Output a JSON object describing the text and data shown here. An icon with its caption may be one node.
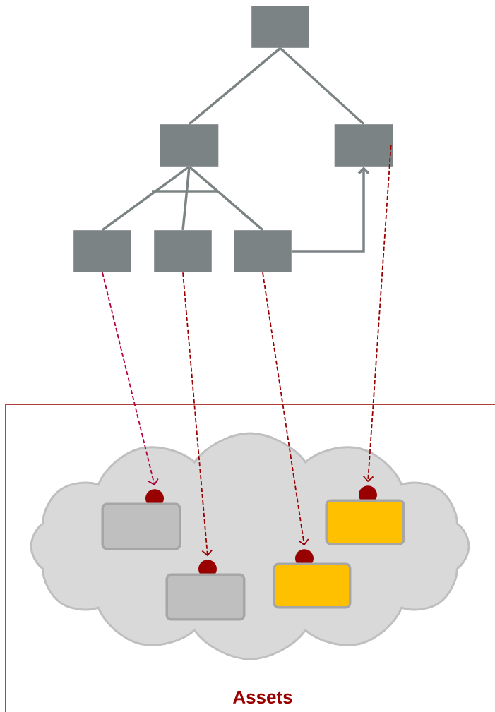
{
  "diagram": {
    "nodes": [
      {
        "text": [],
        "shape": "box"
      },
      {
        "text": [],
        "shape": "box"
      },
      {
        "text": [],
        "shape": "box"
      },
      {
        "text": [],
        "shape": "box"
      },
      {
        "text": [],
        "shape": "box"
      },
      {
        "text": [],
        "shape": "box"
      },
      {
        "text": [
          "Assets"
        ]
      },
      {
        "text": [],
        "shape": "cloud",
        "in": 6
      },
      {
        "text": [],
        "shape": "box",
        "in": 7
      },
      {
        "text": [],
        "shape": "box",
        "in": 7
      },
      {
        "text": [],
        "shape": "box",
        "in": 7
      },
      {
        "text": [],
        "shape": "box",
        "in": 7
      }
    ],
    "edges": [
      {
        "from": 0,
        "to": 1,
        "arrow": "none"
      },
      {
        "from": 0,
        "to": 2,
        "arrow": "none"
      },
      {
        "from": 1,
        "to": 3,
        "arrow": "none"
      },
      {
        "from": 1,
        "to": 4,
        "arrow": "none"
      },
      {
        "from": 1,
        "to": 5,
        "arrow": "none"
      },
      {
        "from": 5,
        "to": 2,
        "arrow": "to"
      },
      {
        "from": 3,
        "to": 8,
        "arrow": "to",
        "style": "dashed",
        "color": "#b00040"
      },
      {
        "from": 4,
        "to": 9,
        "arrow": "to",
        "style": "dashed",
        "color": "#990000"
      },
      {
        "from": 5,
        "to": 10,
        "arrow": "to",
        "style": "dashed",
        "color": "#990000"
      },
      {
        "from": 2,
        "to": 11,
        "arrow": "to",
        "style": "dashed",
        "color": "#990000"
      }
    ]
  }
}
